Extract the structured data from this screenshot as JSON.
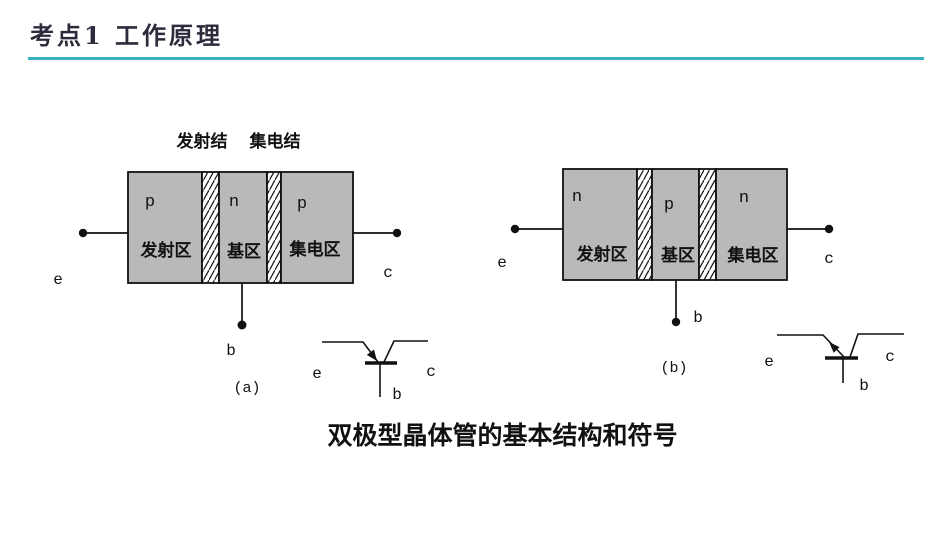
{
  "page": {
    "title": "考点1 工作原理",
    "caption": "双极型晶体管的基本结构和符号"
  },
  "colors": {
    "accent_line": "#38b2be",
    "region_fill": "#b9b9b9",
    "ink": "#111111",
    "title_ink": "#2b2b3c"
  },
  "diagram_a": {
    "sublabel": "(a)",
    "transistor_type": "pnp",
    "junction_labels": [
      "发射结",
      "集电结"
    ],
    "regions": [
      {
        "doping": "p",
        "name": "发射区"
      },
      {
        "doping": "n",
        "name": "基区"
      },
      {
        "doping": "p",
        "name": "集电区"
      }
    ],
    "terminals": {
      "emitter": "e",
      "base": "b",
      "collector": "c"
    }
  },
  "diagram_b": {
    "sublabel": "(b)",
    "transistor_type": "npn",
    "regions": [
      {
        "doping": "n",
        "name": "发射区"
      },
      {
        "doping": "p",
        "name": "基区"
      },
      {
        "doping": "n",
        "name": "集电区"
      }
    ],
    "terminals": {
      "emitter": "e",
      "base": "b",
      "collector": "c"
    }
  }
}
